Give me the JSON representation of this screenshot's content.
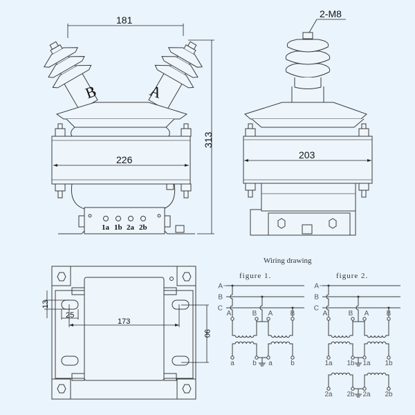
{
  "front_view": {
    "dim_top_width": "181",
    "dim_height": "313",
    "dim_core_width": "226",
    "insulator_left_label": "B",
    "insulator_right_label": "A",
    "terminals": [
      "1a",
      "1b",
      "2a",
      "2b"
    ]
  },
  "side_view": {
    "bolt_label": "2-M8",
    "dim_core_width": "203"
  },
  "plan_view": {
    "dim_slot_width": "13",
    "dim_slot_length": "25",
    "dim_hole_spacing_x": "173",
    "dim_hole_spacing_y": "90"
  },
  "wiring": {
    "title": "Wiring drawing",
    "phases": [
      "A",
      "B",
      "C"
    ],
    "figure1": {
      "label": "figure 1.",
      "primary_labels": [
        "A",
        "B",
        "A",
        "B"
      ],
      "secondary_labels": [
        "a",
        "b",
        "a",
        "b"
      ]
    },
    "figure2": {
      "label": "figure 2.",
      "primary_labels": [
        "A",
        "B",
        "A",
        "B"
      ],
      "secondary_labels": [
        "1a",
        "1b",
        "1a",
        "1b"
      ],
      "secondary2_labels": [
        "2a",
        "2b",
        "2a",
        "2b"
      ]
    }
  },
  "colors": {
    "background": "#eaf4fc",
    "line": "#3a3a3a"
  }
}
